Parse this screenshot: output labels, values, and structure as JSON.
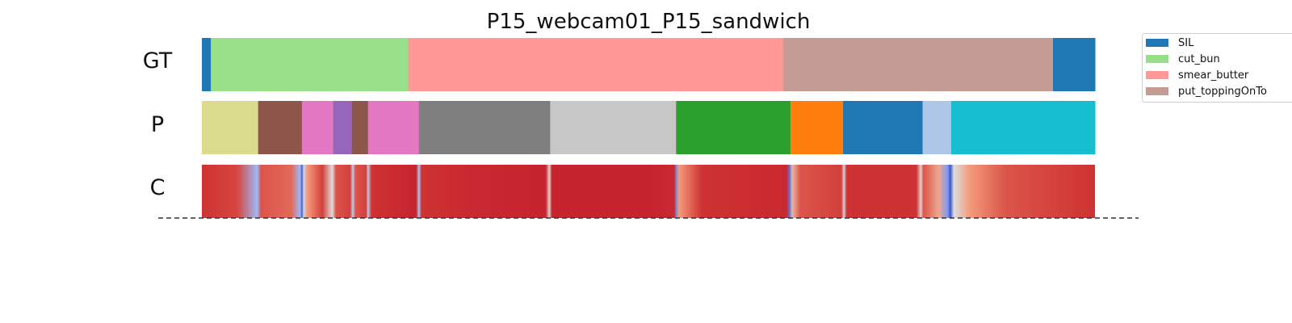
{
  "chart_data": {
    "type": "segmentation-timeline",
    "title": "P15_webcam01_P15_sandwich",
    "rows": [
      "GT",
      "P",
      "C"
    ],
    "x_range": [
      0,
      1
    ],
    "legend": {
      "placement": "top-right",
      "entries": [
        {
          "label": "SIL",
          "color": "#1f77b4"
        },
        {
          "label": "cut_bun",
          "color": "#98df8a"
        },
        {
          "label": "smear_butter",
          "color": "#ff9896"
        },
        {
          "label": "put_toppingOnTo",
          "color": "#c49c94"
        }
      ]
    },
    "gt_segments": [
      {
        "start": 0.0,
        "end": 0.01,
        "label": "SIL",
        "color": "#1f77b4"
      },
      {
        "start": 0.01,
        "end": 0.231,
        "label": "cut_bun",
        "color": "#98df8a"
      },
      {
        "start": 0.231,
        "end": 0.651,
        "label": "smear_butter",
        "color": "#ff9896"
      },
      {
        "start": 0.651,
        "end": 0.953,
        "label": "put_toppingOnTo",
        "color": "#c49c94"
      },
      {
        "start": 0.953,
        "end": 1.0,
        "label": "SIL",
        "color": "#1f77b4"
      }
    ],
    "pred_segments": [
      {
        "start": 0.0,
        "end": 0.063,
        "color": "#dbdb8d"
      },
      {
        "start": 0.063,
        "end": 0.112,
        "color": "#8c564b"
      },
      {
        "start": 0.112,
        "end": 0.147,
        "color": "#e377c2"
      },
      {
        "start": 0.147,
        "end": 0.168,
        "color": "#9467bd"
      },
      {
        "start": 0.168,
        "end": 0.186,
        "color": "#8c564b"
      },
      {
        "start": 0.186,
        "end": 0.243,
        "color": "#e377c2"
      },
      {
        "start": 0.243,
        "end": 0.39,
        "color": "#7f7f7f"
      },
      {
        "start": 0.39,
        "end": 0.531,
        "color": "#c7c7c7"
      },
      {
        "start": 0.531,
        "end": 0.659,
        "color": "#2ca02c"
      },
      {
        "start": 0.659,
        "end": 0.718,
        "color": "#ff7f0e"
      },
      {
        "start": 0.718,
        "end": 0.807,
        "color": "#1f77b4"
      },
      {
        "start": 0.807,
        "end": 0.839,
        "color": "#aec7e8"
      },
      {
        "start": 0.839,
        "end": 1.0,
        "color": "#17becf"
      }
    ],
    "confidence_colormap": "coolwarm",
    "confidence": [
      {
        "x": 0.0,
        "value": 0.9
      },
      {
        "x": 0.04,
        "value": 0.87
      },
      {
        "x": 0.062,
        "value": 0.3
      },
      {
        "x": 0.066,
        "value": 0.85
      },
      {
        "x": 0.1,
        "value": 0.82
      },
      {
        "x": 0.11,
        "value": 0.3
      },
      {
        "x": 0.112,
        "value": 0.05
      },
      {
        "x": 0.114,
        "value": 0.45
      },
      {
        "x": 0.118,
        "value": 0.75
      },
      {
        "x": 0.135,
        "value": 0.88
      },
      {
        "x": 0.146,
        "value": 0.5
      },
      {
        "x": 0.15,
        "value": 0.85
      },
      {
        "x": 0.166,
        "value": 0.88
      },
      {
        "x": 0.169,
        "value": 0.4
      },
      {
        "x": 0.172,
        "value": 0.85
      },
      {
        "x": 0.184,
        "value": 0.88
      },
      {
        "x": 0.186,
        "value": 0.4
      },
      {
        "x": 0.19,
        "value": 0.9
      },
      {
        "x": 0.24,
        "value": 0.93
      },
      {
        "x": 0.243,
        "value": 0.35
      },
      {
        "x": 0.246,
        "value": 0.9
      },
      {
        "x": 0.3,
        "value": 0.92
      },
      {
        "x": 0.385,
        "value": 0.93
      },
      {
        "x": 0.389,
        "value": 0.55
      },
      {
        "x": 0.392,
        "value": 0.93
      },
      {
        "x": 0.5,
        "value": 0.93
      },
      {
        "x": 0.529,
        "value": 0.92
      },
      {
        "x": 0.531,
        "value": 0.15
      },
      {
        "x": 0.534,
        "value": 0.75
      },
      {
        "x": 0.56,
        "value": 0.9
      },
      {
        "x": 0.655,
        "value": 0.92
      },
      {
        "x": 0.658,
        "value": 0.1
      },
      {
        "x": 0.661,
        "value": 0.65
      },
      {
        "x": 0.67,
        "value": 0.85
      },
      {
        "x": 0.716,
        "value": 0.88
      },
      {
        "x": 0.719,
        "value": 0.45
      },
      {
        "x": 0.722,
        "value": 0.9
      },
      {
        "x": 0.8,
        "value": 0.9
      },
      {
        "x": 0.805,
        "value": 0.55
      },
      {
        "x": 0.808,
        "value": 0.85
      },
      {
        "x": 0.825,
        "value": 0.7
      },
      {
        "x": 0.835,
        "value": 0.2
      },
      {
        "x": 0.838,
        "value": 0.02
      },
      {
        "x": 0.842,
        "value": 0.5
      },
      {
        "x": 0.86,
        "value": 0.75
      },
      {
        "x": 0.9,
        "value": 0.85
      },
      {
        "x": 1.0,
        "value": 0.9
      }
    ]
  }
}
